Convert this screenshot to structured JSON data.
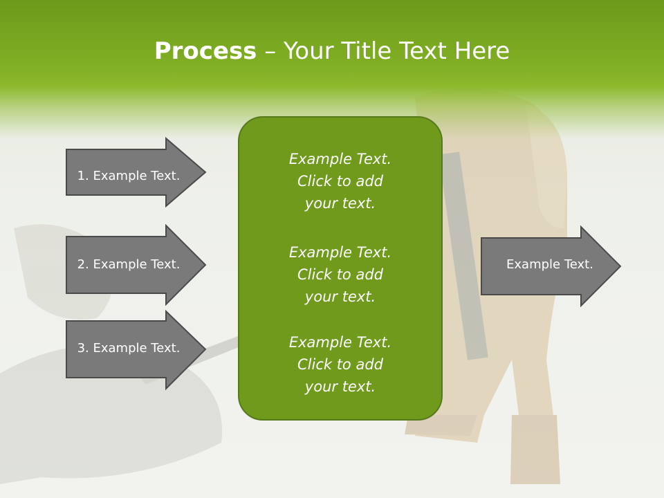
{
  "slide": {
    "title_bold": "Process",
    "title_rest": " – Your Title Text Here"
  },
  "left_arrows": [
    {
      "label": "1. Example Text."
    },
    {
      "label": "2. Example Text."
    },
    {
      "label": "3. Example Text."
    }
  ],
  "center_box": {
    "blocks": [
      {
        "line1": "Example Text.",
        "line2": "Click  to add",
        "line3": "your text."
      },
      {
        "line1": "Example Text.",
        "line2": "Click  to add",
        "line3": "your text."
      },
      {
        "line1": "Example Text.",
        "line2": "Click  to add",
        "line3": "your text."
      }
    ]
  },
  "right_arrow": {
    "label": "Example Text."
  },
  "colors": {
    "header_green": "#7fae24",
    "box_green": "#6f9a1c",
    "arrow_gray": "#7a7a7a"
  }
}
